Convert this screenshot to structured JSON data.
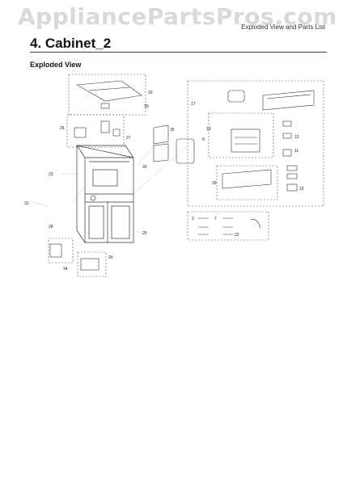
{
  "watermark": "AppliancePartsPros.com",
  "header": {
    "right_label": "Exploded View and Parts List"
  },
  "page": {
    "title": "4.  Cabinet_2",
    "subtitle": "Exploded View"
  },
  "callouts": {
    "c20": "20",
    "c30": "30",
    "c26": "26",
    "c27": "27",
    "c33": "33",
    "c25": "25",
    "c23": "23",
    "c31": "31",
    "c28": "28",
    "c29": "29",
    "c34": "34",
    "c35": "35",
    "c17": "17",
    "c16": "16",
    "c8": "8",
    "c18": "18",
    "c12": "12",
    "c11": "11",
    "c10": "10",
    "c3": "3",
    "c7": "7",
    "c22": "22"
  }
}
